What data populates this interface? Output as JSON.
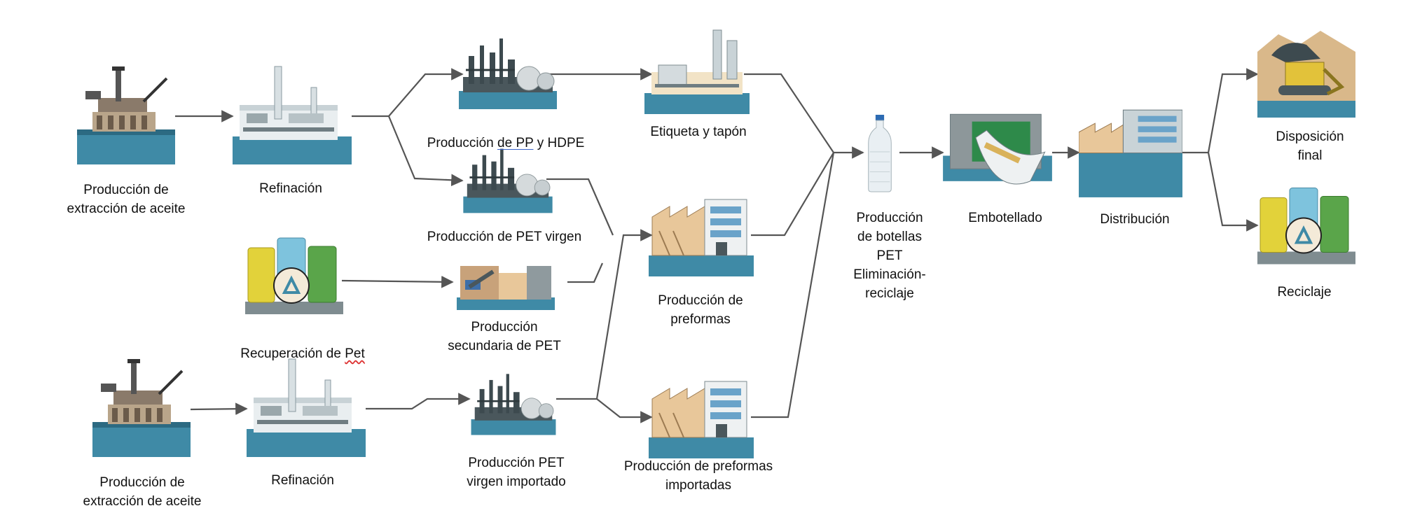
{
  "title": "",
  "nodes": {
    "oil1": {
      "label": "Producción de\nextracción de aceite",
      "icon": "oil-platform-icon"
    },
    "ref1": {
      "label": "Refinación",
      "icon": "refinery-icon"
    },
    "pp": {
      "label_pre": "Producción ",
      "label_u": "de PP",
      "label_post": " y HDPE",
      "icon": "petrochemical-plant-icon"
    },
    "label_cap": {
      "label": "Etiqueta y tapón",
      "icon": "factory-icon"
    },
    "pet_virgin": {
      "label": "Producción de PET virgen",
      "icon": "petrochemical-plant-icon"
    },
    "recovery": {
      "label_pre": "Recuperación de ",
      "label_u": "Pet",
      "icon": "recycling-bins-icon"
    },
    "secondary": {
      "label": "Producción\nsecundaria de PET",
      "icon": "recycling-plant-icon"
    },
    "preforms": {
      "label": "Producción de\npreformas",
      "icon": "factory-building-icon"
    },
    "oil2": {
      "label": "Producción de\nextracción de aceite",
      "icon": "oil-platform-icon"
    },
    "ref2": {
      "label": "Refinación",
      "icon": "refinery-icon"
    },
    "pet_import": {
      "label": "Producción PET\nvirgen importado",
      "icon": "petrochemical-plant-icon"
    },
    "preforms_import": {
      "label": "Producción de preformas\nimportadas",
      "icon": "factory-building-icon"
    },
    "bottles": {
      "label": "Producción\nde botellas\nPET\nEliminación-\nreciclaje",
      "icon": "bottle-icon"
    },
    "bottling": {
      "label": "Embotellado",
      "icon": "bottling-machine-icon"
    },
    "distribution": {
      "label": "Distribución",
      "icon": "warehouse-icon"
    },
    "final": {
      "label": "Disposición final",
      "icon": "landfill-bulldozer-icon"
    },
    "recycling": {
      "label": "Reciclaje",
      "icon": "recycling-bins-icon"
    }
  },
  "colors": {
    "base": "#3f8aa6",
    "base_dark": "#2c6a82",
    "pipe": "#555555",
    "plant_dark": "#3d4a4f",
    "factory": "#e8c79a",
    "glass": "#6aa3c9",
    "bin_yellow": "#e2d23a",
    "bin_blue": "#7ec3dd",
    "bin_green": "#5aa54a"
  }
}
